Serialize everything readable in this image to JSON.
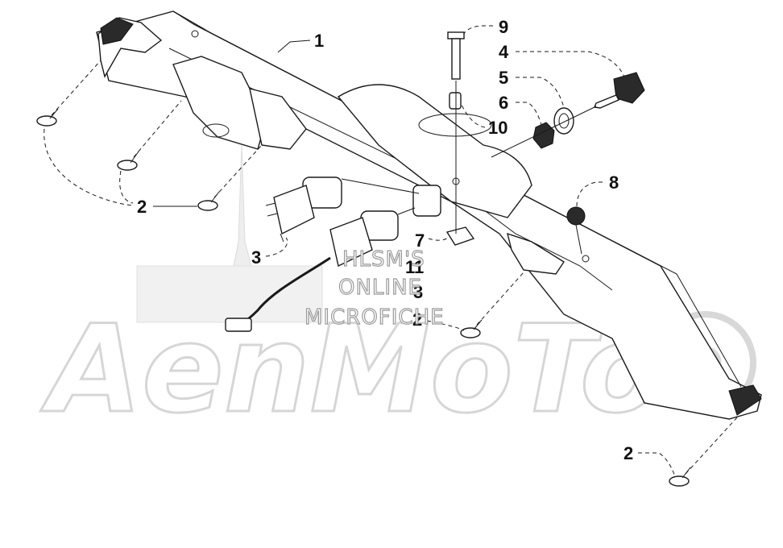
{
  "watermark": {
    "brand": "AenMoTo",
    "line1": "HLSM'S",
    "line2": "ONLINE",
    "line3": "MICROFICHE"
  },
  "callouts": [
    {
      "id": "c1",
      "label": "1"
    },
    {
      "id": "c2a",
      "label": "2"
    },
    {
      "id": "c2b",
      "label": "2"
    },
    {
      "id": "c2c",
      "label": "2"
    },
    {
      "id": "c3a",
      "label": "3"
    },
    {
      "id": "c3b",
      "label": "3"
    },
    {
      "id": "c4",
      "label": "4"
    },
    {
      "id": "c5",
      "label": "5"
    },
    {
      "id": "c6",
      "label": "6"
    },
    {
      "id": "c7",
      "label": "7"
    },
    {
      "id": "c8",
      "label": "8"
    },
    {
      "id": "c9",
      "label": "9"
    },
    {
      "id": "c10",
      "label": "10"
    },
    {
      "id": "c11",
      "label": "11"
    }
  ]
}
